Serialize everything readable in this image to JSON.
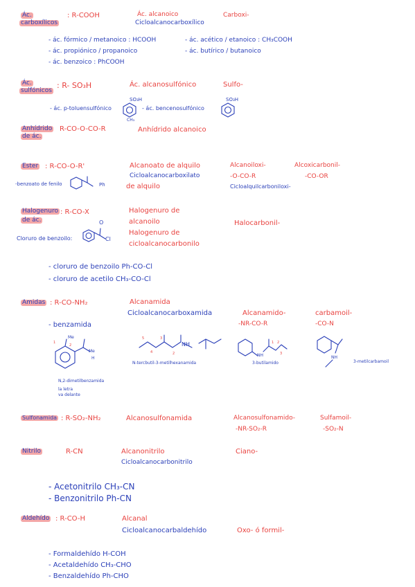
{
  "acidos_carboxilicos": {
    "title_1": "Ác.",
    "title_2": "carboxílicos",
    "formula": ": R-COOH",
    "iupac_1": "Ác. alcanoico",
    "iupac_2": "Cicloalcanocarboxílico",
    "prefix": "Carboxi-",
    "examples": [
      "- ác. fórmico / metanoico : HCOOH",
      "- ác. acético / etanoico : CH₃COOH",
      "- ác. propiónico / propanoico",
      "- ác. butírico / butanoico",
      "- ác. benzoico : PhCOOH"
    ]
  },
  "acidos_sulfonicos": {
    "title_1": "Ác.",
    "title_2": "sulfónicos",
    "formula": ": R- SO₃H",
    "iupac": "Ác. alcanosulfónico",
    "prefix": "Sulfo-",
    "example_1": "- ác. p-toluensulfónico",
    "example_2": "- ác. bencenosulfónico",
    "so3h": "SO₃H",
    "ch3": "CH₃"
  },
  "anhidridos": {
    "title_1": "Anhídrido",
    "title_2": "de ác.",
    "formula": "R-CO-O-CO-R",
    "iupac": "Anhídrido alcanoico"
  },
  "esteres": {
    "title": "Ester",
    "formula": ": R-CO-O-R'",
    "iupac_1": "Alcanoato de alquilo",
    "iupac_2": "Cicloalcanocarboxilato",
    "iupac_3": "de alquilo",
    "prefix_a_1": "Alcanoiloxi-",
    "prefix_a_2": "-O-CO-R",
    "prefix_a_3": "Cicloalquilcarboniloxi-",
    "prefix_b_1": "Alcoxicarbonil-",
    "prefix_b_2": "-CO-OR",
    "example": "-benzoato de fenilo",
    "ph": "Ph"
  },
  "halogenuros": {
    "title_1": "Halogenuro",
    "title_2": "de ác.",
    "formula": ": R-CO-X",
    "iupac_1": "Halogenuro de",
    "iupac_2": "alcanoilo",
    "iupac_3": "Halogenuro de",
    "iupac_4": "cicloalcanocarbonilo",
    "prefix": "Halocarbonil-",
    "example": "Cloruro de benzoilo:",
    "cl": "Cl",
    "o": "O",
    "examples": [
      "- cloruro de benzoilo  Ph-CO-Cl",
      "- cloruro de acetilo  CH₃-CO-Cl"
    ]
  },
  "amidas": {
    "title": "Amidas",
    "formula": ": R-CO-NH₂",
    "iupac_1": "Alcanamida",
    "iupac_2": "Cicloalcanocarboxamida",
    "prefix_a_1": "Alcanamido-",
    "prefix_a_2": "-NR-CO-R",
    "prefix_b_1": "carbamoil-",
    "prefix_b_2": "-CO-N",
    "example": "- benzamida",
    "caption_1": "N-tercbutil-3-metilhexanamida",
    "caption_2": "3-butilamido",
    "caption_3": "3-metilcarbamoil",
    "caption_4": "N,2-dimetilbenzamida",
    "caption_5": "la letra",
    "caption_6": "va delante",
    "me": "Me",
    "nh": "NH",
    "h": "H"
  },
  "sulfonamidas": {
    "title": "Sulfonamida",
    "formula": ": R-SO₂-NH₂",
    "iupac": "Alcanosulfonamida",
    "prefix_a_1": "Alcanosulfonamido-",
    "prefix_a_2": "-NR-SO₂-R",
    "prefix_b_1": "Sulfamoil-",
    "prefix_b_2": "-SO₂-N"
  },
  "nitrilos": {
    "title": "Nitrilo",
    "formula": "R-CN",
    "iupac_1": "Alcanonitrilo",
    "iupac_2": "Cicloalcanocarbonitrilo",
    "prefix": "Ciano-",
    "examples": [
      "- Acetonitrilo  CH₃-CN",
      "- Benzonitrilo  Ph-CN"
    ]
  },
  "aldehidos": {
    "title": "Aldehído",
    "formula": ": R-CO-H",
    "iupac_1": "Alcanal",
    "iupac_2": "Cicloalcanocarbaldehído",
    "prefix": "Oxo- ó formil-",
    "examples": [
      "- Formaldehído  H-COH",
      "- Acetaldehído  CH₃-CHO",
      "- Benzaldehído  Ph-CHO"
    ]
  }
}
